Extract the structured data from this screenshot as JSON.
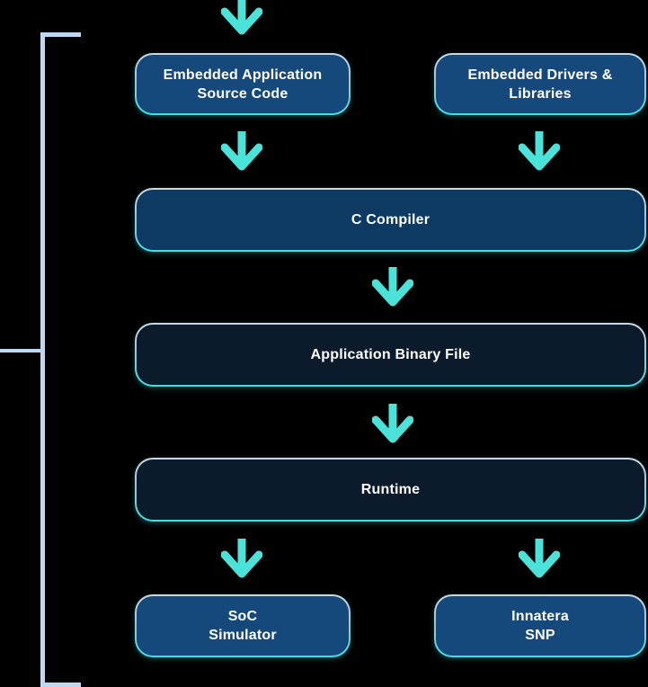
{
  "colors": {
    "background": "#000000",
    "node_fill_blue": "#16497B",
    "node_fill_medium": "#0D3A63",
    "node_fill_dark": "#0B1B2C",
    "node_border_top": "#C6DAE6",
    "node_border_bottom": "#3FDEE4",
    "arrow": "#4BE3D9",
    "bracket": "#BCD8F3",
    "text": "#FFFFFF"
  },
  "diagram": {
    "nodes": [
      {
        "id": "embedded-application-source-code",
        "label": "Embedded Application\nSource Code"
      },
      {
        "id": "embedded-drivers-libraries",
        "label": "Embedded Drivers &\nLibraries"
      },
      {
        "id": "c-compiler",
        "label": "C Compiler"
      },
      {
        "id": "application-binary-file",
        "label": "Application Binary File"
      },
      {
        "id": "runtime",
        "label": "Runtime"
      },
      {
        "id": "soc-simulator",
        "label": "SoC\nSimulator"
      },
      {
        "id": "innatera-snp",
        "label": "Innatera\nSNP"
      }
    ],
    "arrows": [
      {
        "name": "arrow-into-embedded-application-source"
      },
      {
        "name": "arrow-embedded-application-to-compiler"
      },
      {
        "name": "arrow-embedded-drivers-to-compiler"
      },
      {
        "name": "arrow-compiler-to-binary"
      },
      {
        "name": "arrow-binary-to-runtime"
      },
      {
        "name": "arrow-runtime-to-soc-simulator"
      },
      {
        "name": "arrow-runtime-to-innatera-snp"
      }
    ]
  }
}
